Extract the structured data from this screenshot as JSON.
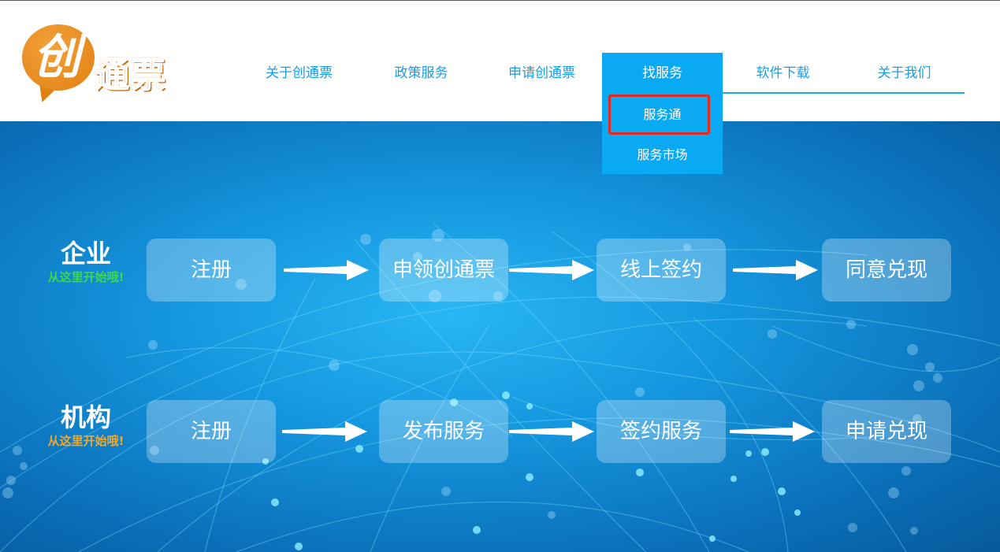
{
  "brand": {
    "logo_char": "创",
    "logo_name": "通票"
  },
  "nav": {
    "items": [
      {
        "label": "关于创通票"
      },
      {
        "label": "政策服务"
      },
      {
        "label": "申请创通票"
      },
      {
        "label": "找服务",
        "active": true
      },
      {
        "label": "软件下载"
      },
      {
        "label": "关于我们"
      }
    ],
    "dropdown": [
      {
        "label": "服务通",
        "highlighted": true
      },
      {
        "label": "服务市场"
      }
    ]
  },
  "hero": {
    "rows": [
      {
        "title": "企业",
        "subtitle": "从这里开始哦!",
        "subtitle_color": "#3cd84a",
        "steps": [
          "注册",
          "申领创通票",
          "线上签约",
          "同意兑现"
        ]
      },
      {
        "title": "机构",
        "subtitle": "从这里开始哦!",
        "subtitle_color": "#f5a623",
        "steps": [
          "注册",
          "发布服务",
          "签约服务",
          "申请兑现"
        ]
      }
    ]
  },
  "colors": {
    "accent": "#09aaf3",
    "nav_text": "#1a9ce8",
    "highlight_border": "#e02a20",
    "logo_orange": "#e07f12"
  }
}
